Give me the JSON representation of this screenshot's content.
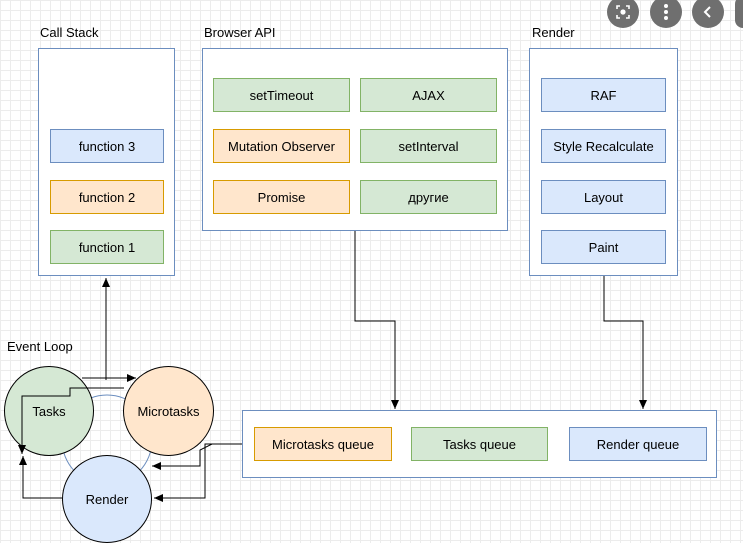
{
  "labels": {
    "call_stack": "Call Stack",
    "browser_api": "Browser API",
    "render": "Render",
    "event_loop": "Event Loop"
  },
  "call_stack_items": [
    "function 3",
    "function 2",
    "function 1"
  ],
  "browser_api_items": [
    "setTimeout",
    "AJAX",
    "Mutation Observer",
    "setInterval",
    "Promise",
    "другие"
  ],
  "render_items": [
    "RAF",
    "Style Recalculate",
    "Layout",
    "Paint"
  ],
  "queues": [
    "Microtasks queue",
    "Tasks queue",
    "Render queue"
  ],
  "event_loop_nodes": [
    "Tasks",
    "Microtasks",
    "Render"
  ],
  "controls": [
    "lens-icon",
    "more-icon",
    "back-icon"
  ],
  "colors": {
    "blue_fill": "#dae8fc",
    "blue_stroke": "#6c8ebf",
    "orange_fill": "#ffe6cc",
    "orange_stroke": "#d79b00",
    "green_fill": "#d5e8d4",
    "green_stroke": "#82b366"
  }
}
